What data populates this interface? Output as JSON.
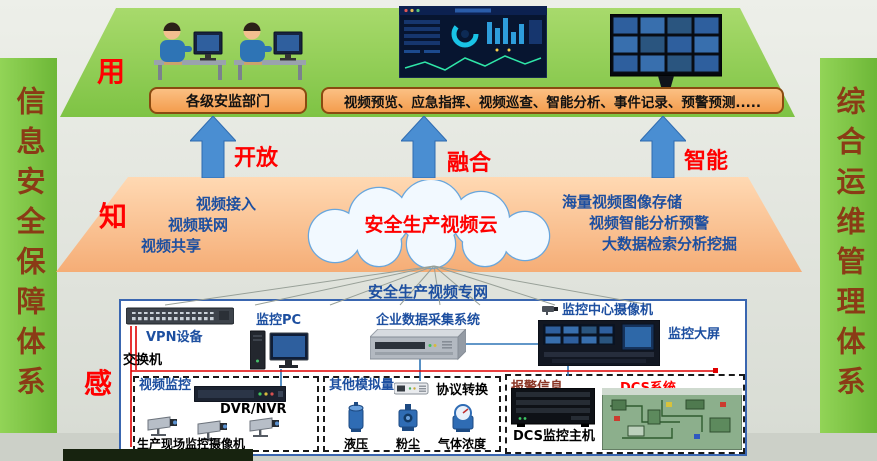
{
  "sidebars": {
    "left": "信息安全保障体系",
    "right": "综合运维管理体系"
  },
  "use_layer": {
    "tag": "用",
    "dept_box": "各级安监部门",
    "functions_box": "视频预览、应急指挥、视频巡查、智能分析、事件记录、预警预测....."
  },
  "arrows": [
    {
      "label": "开放"
    },
    {
      "label": "融合"
    },
    {
      "label": "智能"
    }
  ],
  "know_layer": {
    "tag": "知",
    "cloud_title": "安全生产视频云",
    "left_items": [
      "视频接入",
      "视频联网",
      "视频共享"
    ],
    "right_items": [
      "海量视频图像存储",
      "视频智能分析预警",
      "大数据检索分析挖掘"
    ]
  },
  "sense_layer": {
    "tag": "感",
    "network_label": "安全生产视频专网",
    "vpn_label": "VPN设备",
    "switch_label": "交换机",
    "pc_label": "监控PC",
    "daq_label": "企业数据采集系统",
    "center_camera_label": "监控中心摄像机",
    "big_screen_label": "监控大屏",
    "video_group": {
      "title": "视频监控",
      "dvr_label": "DVR/NVR",
      "cameras_label": "生产现场监控摄像机"
    },
    "analog_group": {
      "title": "其他模拟量",
      "converter_label": "协议转换",
      "sensors": [
        "液压",
        "粉尘",
        "气体浓度"
      ]
    },
    "alarm_group": {
      "title": "报警信息",
      "dcs_label": "DCS系统",
      "dcs_host_label": "DCS监控主机"
    }
  },
  "colors": {
    "platform_green": "#7ec344",
    "platform_orange": "#f5ad76",
    "arrow_blue": "#4a8ed2",
    "accent_red": "#ff0000",
    "label_blue": "#1d4fa0",
    "sidebar_text": "#8a3b16"
  }
}
